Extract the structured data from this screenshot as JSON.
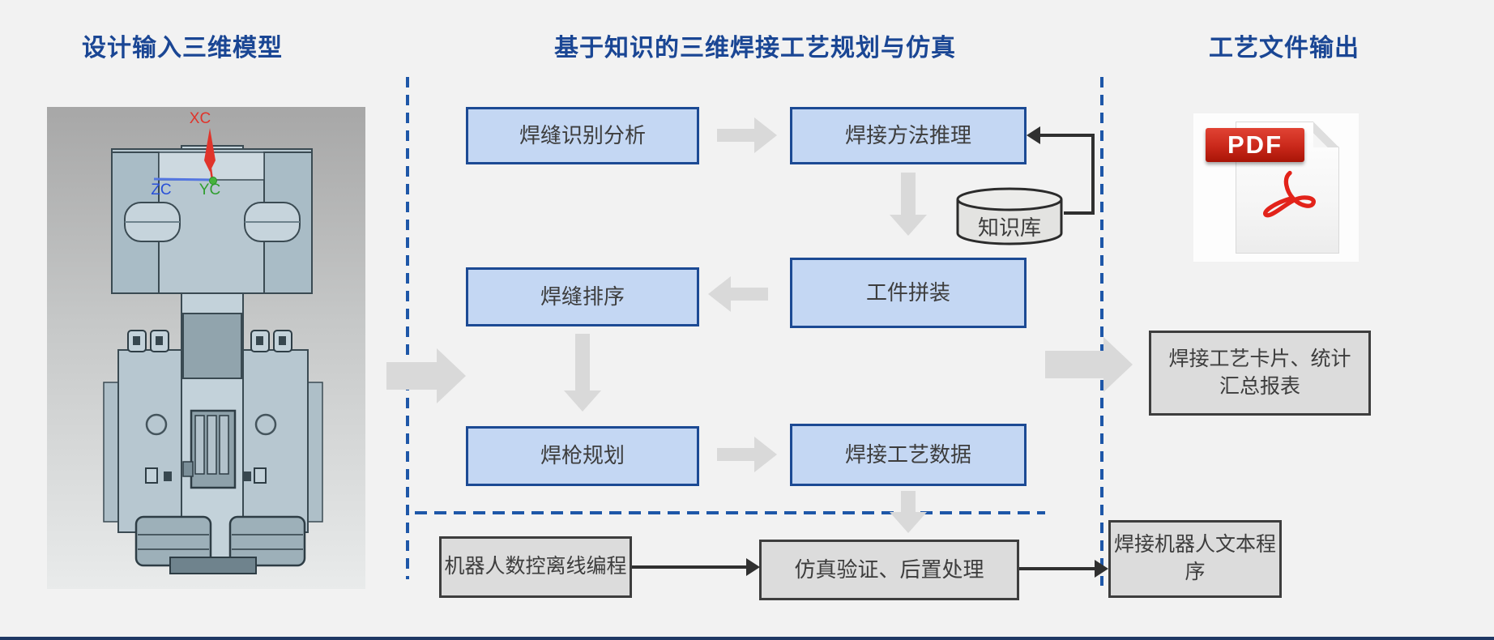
{
  "section_titles": {
    "design_input": "设计输入三维模型",
    "planning": "基于知识的三维焊接工艺规划与仿真",
    "output": "工艺文件输出"
  },
  "model_viewport": {
    "axis_x_label": "XC",
    "axis_y_label": "YC",
    "axis_z_label": "ZC"
  },
  "flowchart": {
    "seam_recognition": "焊缝识别分析",
    "welding_method_reasoning": "焊接方法推理",
    "knowledge_base": "知识库",
    "seam_sequencing": "焊缝排序",
    "workpiece_assembly": "工件拼装",
    "torch_planning": "焊枪规划",
    "welding_process_data": "焊接工艺数据",
    "offline_programming": "机器人数控离线编程",
    "simulation_postprocess": "仿真验证、后置处理"
  },
  "outputs": {
    "pdf_badge": "PDF",
    "process_cards_report": "焊接工艺卡片、统计汇总报表",
    "robot_text_program": "焊接机器人文本程序"
  },
  "colors": {
    "accent_blue": "#1a4694",
    "dashed_divider_blue": "#1e57a8",
    "flow_box_fill": "#c4d7f3",
    "flow_box_border": "#1c4a94",
    "grey_box_fill": "#dcdcdc",
    "grey_arrow": "#d9d9d9",
    "pdf_red": "#c9281a",
    "axis_x_color": "#e0342b",
    "axis_y_color": "#2f9e2f",
    "axis_z_color": "#2850d8"
  }
}
